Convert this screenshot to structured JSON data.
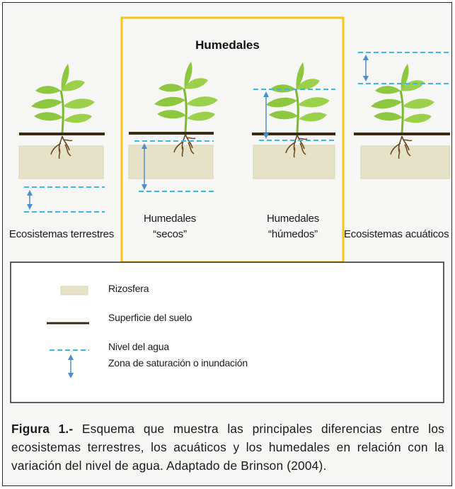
{
  "diagram": {
    "wetlands_title": "Humedales",
    "columns": {
      "terrestrial": {
        "label": "Ecosistemas terrestres"
      },
      "dry_wetland": {
        "label_line1": "Humedales",
        "label_line2": "“secos”"
      },
      "wet_wetland": {
        "label_line1": "Humedales",
        "label_line2": "“húmedos”"
      },
      "aquatic": {
        "label": "Ecosistemas acuáticos"
      }
    },
    "colors": {
      "rhizosphere": "#e6e2c8",
      "soil_surface": "#3b2a12",
      "water_level": "#3ab8e8",
      "saturation_arrow": "#4a8fd0",
      "wetland_frame": "#f5c518",
      "plant_leaf": "#8dc63f",
      "roots": "#6b4a1e"
    }
  },
  "legend": {
    "rhizosphere": "Rizosfera",
    "soil_surface": "Superficie del suelo",
    "water_level": "Nivel del agua",
    "saturation_zone": "Zona de saturación o inundación"
  },
  "caption": {
    "label": "Figura 1.-",
    "text": " Esquema que muestra las principales diferencias entre los ecosistemas terrestres, los acuáticos y los humedales en relación con la variación del nivel de agua. Adaptado de Brinson (2004)."
  }
}
